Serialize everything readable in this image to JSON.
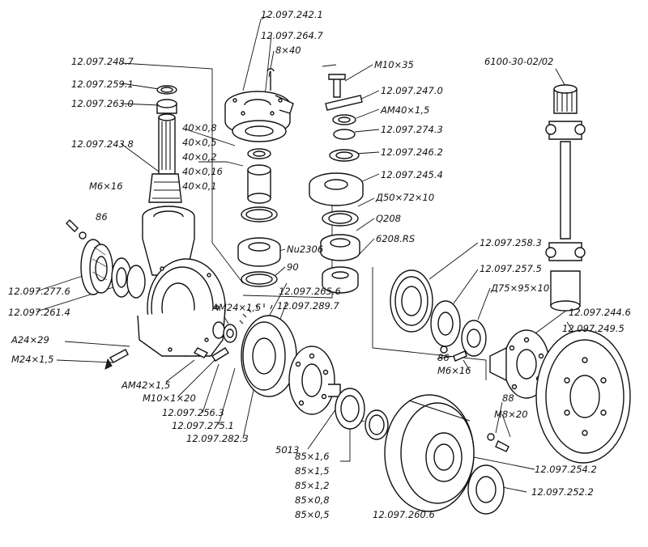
{
  "diagram": {
    "labels": {
      "p2421": "12.097.242.1",
      "p2647": "12.097.264.7",
      "d840": "8×40",
      "p2487": "12.097.248.7",
      "m10x35": "M10×35",
      "p6100": "6100-30-02/02",
      "p2591": "12.097.259.1",
      "p2470": "12.097.247.0",
      "p2630": "12.097.263.0",
      "am40": "AM40×1,5",
      "s408": "40×0,8",
      "s405": "40×0,5",
      "s402": "40×0,2",
      "s4016": "40×0,16",
      "s401": "40×0,1",
      "p2743": "12.097.274.3",
      "p2438": "12.097.243.8",
      "p2462": "12.097.246.2",
      "p2454": "12.097.245.4",
      "m6x16a": "M6×16",
      "d50": "Д50×72×10",
      "b86a": "86",
      "q208": "Q208",
      "b6208": "6208.RS",
      "nu2306": "Nu2306",
      "b90": "90",
      "p2583": "12.097.258.3",
      "p2575": "12.097.257.5",
      "d75": "Д75×95×10",
      "p2776": "12.097.277.6",
      "p2656": "12.097.265.6",
      "am24": "AM24×1,5",
      "p2614": "12.097.261.4",
      "p2897": "12.097.289.7",
      "p2446": "12.097.244.6",
      "p2495": "12.097.249.5",
      "a24": "A24×29",
      "b86b": "86",
      "m6x16b": "M6×16",
      "m24": "M24×1,5",
      "am42": "AM42×1,5",
      "m10x1": "M10×1×20",
      "b88": "88",
      "m8x20": "M8×20",
      "p2563": "12.097.256.3",
      "p2751": "12.097.275.1",
      "p2823": "12.097.282.3",
      "b5013": "5013",
      "s8516": "85×1,6",
      "s8515": "85×1,5",
      "s8512": "85×1,2",
      "s8508": "85×0,8",
      "s8505": "85×0,5",
      "p2542": "12.097.254.2",
      "p2522": "12.097.252.2",
      "p2606": "12.097.260.6"
    }
  }
}
